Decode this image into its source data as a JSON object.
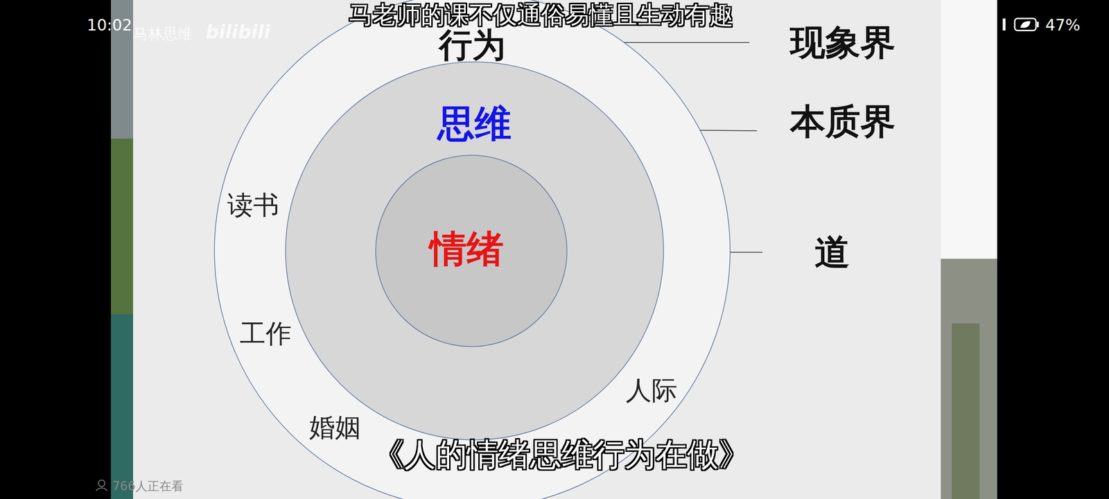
{
  "diagram": {
    "nodes": [
      {
        "text": [
          "行为",
          "读书",
          "工作",
          "婚姻",
          "人际"
        ]
      },
      {
        "text": [
          "思维"
        ],
        "in": 0
      },
      {
        "text": [
          "情绪"
        ],
        "in": 1
      }
    ],
    "labels": [
      "10:02",
      "47%",
      "马林思维",
      "bilibili",
      "马老师的课不仅通俗易懂且生动有趣",
      "现象界",
      "本质界",
      "道",
      "《人的情绪思维行为在做》",
      "766人正在看"
    ]
  }
}
